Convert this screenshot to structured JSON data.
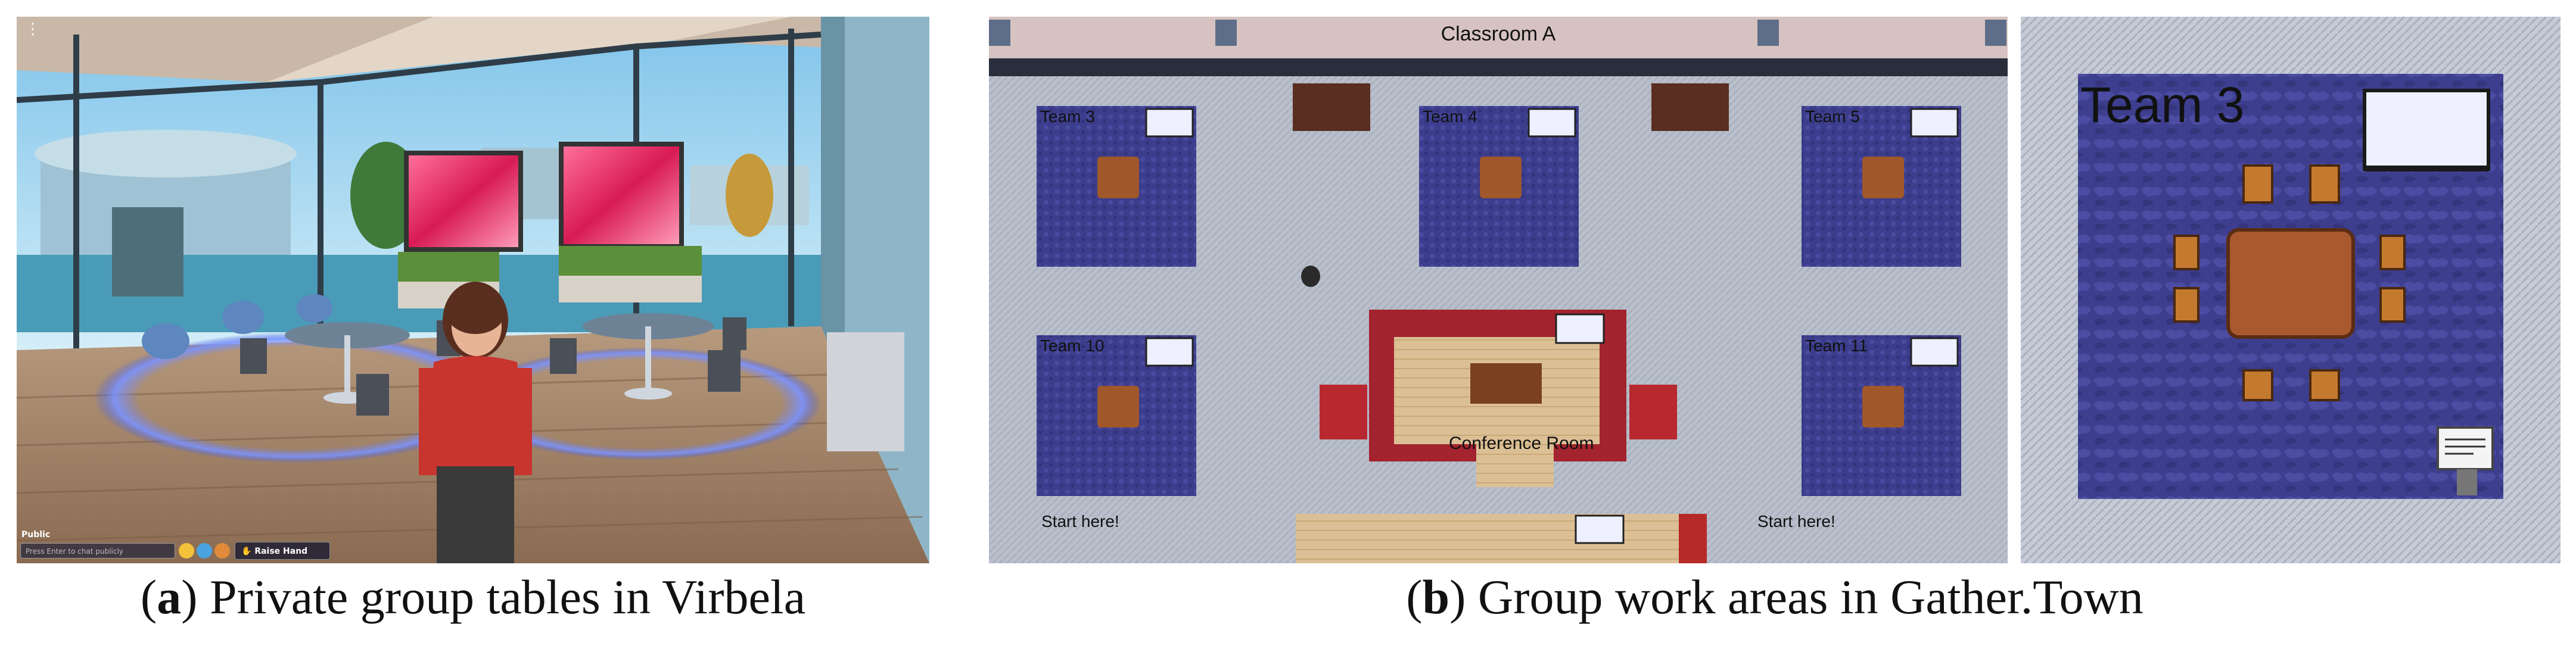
{
  "virbela": {
    "chat_label": "Public",
    "chat_placeholder": "Press Enter to chat publicly",
    "raise_hand_label": "Raise Hand",
    "menu_icon": "vertical-dots-icon"
  },
  "gather": {
    "classroom_title": "Classroom A",
    "teams": [
      "Team 3",
      "Team 4",
      "Team 5",
      "Team 10",
      "Team 11"
    ],
    "conference_label": "Conference Room",
    "start_labels": [
      "Start here!",
      "Start here!"
    ]
  },
  "zoom": {
    "team_label": "Team 3"
  },
  "captions": {
    "a_letter": "a",
    "a_text": " Private group tables in Virbela",
    "b_letter": "b",
    "b_text": " Group work areas in Gather.Town"
  },
  "colors": {
    "gather_floor": "#b9bfcb",
    "team_room": "#3c3d8c",
    "conference_red": "#a3232f",
    "wood": "#d9ba8c"
  }
}
